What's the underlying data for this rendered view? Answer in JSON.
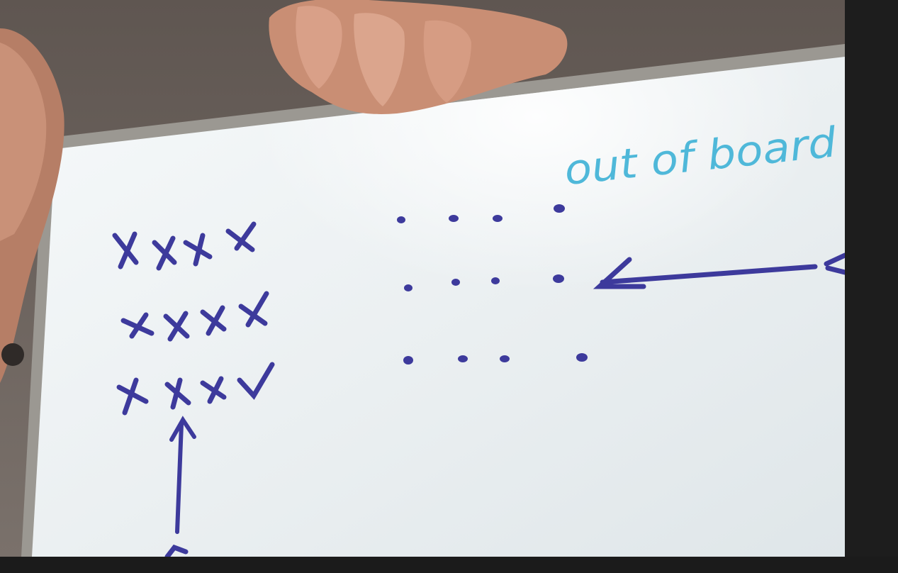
{
  "scene": {
    "handwriting": "out of board",
    "colors": {
      "wall": "#6f6560",
      "board": "#eef2f4",
      "board_frame": "#9b9892",
      "marker": "#3d3a9c",
      "annotation": "#4fb8d9",
      "skin": "#d2957a",
      "letterbox": "#1c1c1c"
    },
    "grid_left": {
      "rows": 3,
      "cols": 4,
      "marks": [
        "x",
        "x",
        "x",
        "x",
        "x",
        "x",
        "x",
        "x",
        "x",
        "x",
        "x",
        "check"
      ]
    },
    "grid_right": {
      "rows": 3,
      "cols": 4,
      "marks": "dot"
    }
  }
}
